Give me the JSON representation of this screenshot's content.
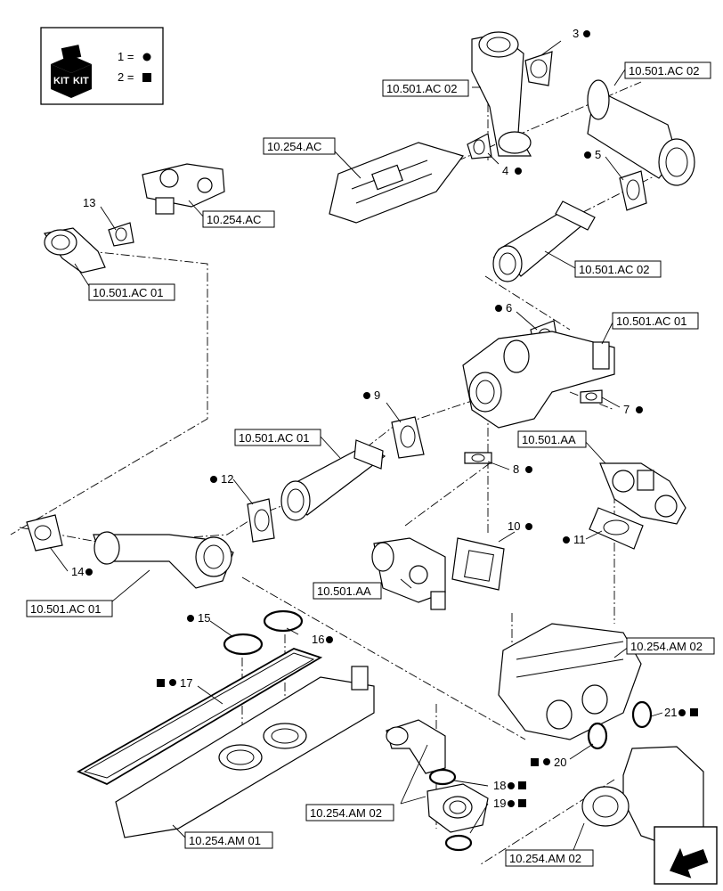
{
  "legend": {
    "kit_label_top": "KIT",
    "kit_label_side": "KIT",
    "line1": "1 =",
    "line2": "2 =",
    "symbol1": "circle",
    "symbol2": "square"
  },
  "refs": [
    {
      "id": "r1",
      "text": "10.501.AC 02"
    },
    {
      "id": "r2",
      "text": "10.501.AC 02"
    },
    {
      "id": "r3",
      "text": "10.254.AC"
    },
    {
      "id": "r4",
      "text": "10.254.AC"
    },
    {
      "id": "r5",
      "text": "10.501.AC 02"
    },
    {
      "id": "r6",
      "text": "10.501.AC 01"
    },
    {
      "id": "r7",
      "text": "10.501.AC 01"
    },
    {
      "id": "r8",
      "text": "10.501.AA"
    },
    {
      "id": "r9",
      "text": "10.501.AC 01"
    },
    {
      "id": "r10",
      "text": "10.501.AA"
    },
    {
      "id": "r11",
      "text": "10.501.AC 01"
    },
    {
      "id": "r12",
      "text": "10.254.AM 02"
    },
    {
      "id": "r13",
      "text": "10.254.AM 02"
    },
    {
      "id": "r14",
      "text": "10.254.AM 01"
    },
    {
      "id": "r15",
      "text": "10.254.AM 02"
    }
  ],
  "callouts": [
    {
      "num": "3",
      "circle": true,
      "square": false
    },
    {
      "num": "4",
      "circle": true,
      "square": false
    },
    {
      "num": "5",
      "circle": true,
      "square": false
    },
    {
      "num": "6",
      "circle": true,
      "square": false
    },
    {
      "num": "7",
      "circle": true,
      "square": false
    },
    {
      "num": "8",
      "circle": true,
      "square": false
    },
    {
      "num": "9",
      "circle": true,
      "square": false
    },
    {
      "num": "10",
      "circle": true,
      "square": false
    },
    {
      "num": "11",
      "circle": true,
      "square": false
    },
    {
      "num": "12",
      "circle": true,
      "square": false
    },
    {
      "num": "13",
      "circle": false,
      "square": false
    },
    {
      "num": "14",
      "circle": true,
      "square": false
    },
    {
      "num": "15",
      "circle": true,
      "square": false
    },
    {
      "num": "16",
      "circle": true,
      "square": false
    },
    {
      "num": "17",
      "circle": true,
      "square": true
    },
    {
      "num": "18",
      "circle": true,
      "square": true
    },
    {
      "num": "19",
      "circle": true,
      "square": true
    },
    {
      "num": "20",
      "circle": true,
      "square": true
    },
    {
      "num": "21",
      "circle": true,
      "square": true
    }
  ],
  "nav_icon": "next-page-arrow-icon"
}
